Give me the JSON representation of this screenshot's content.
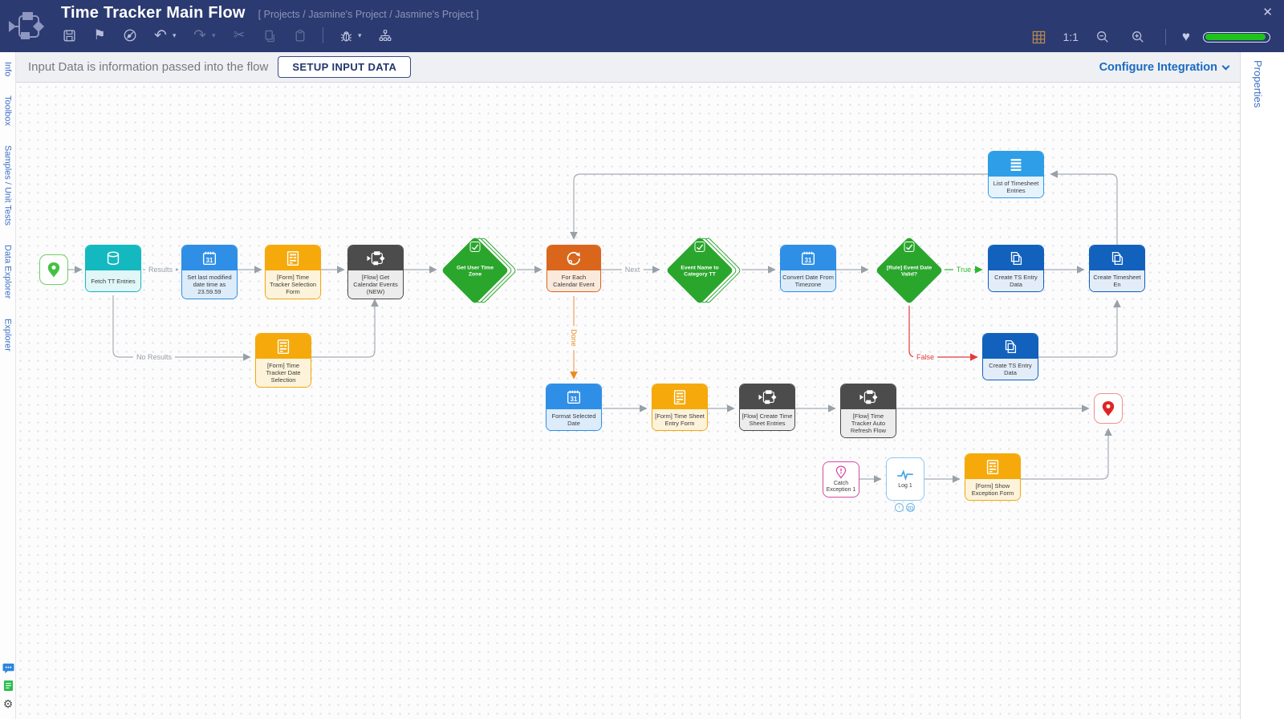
{
  "header": {
    "title": "Time Tracker Main Flow",
    "breadcrumb": "[ Projects / Jasmine's Project / Jasmine's Project ]",
    "zoom_ratio": "1:1",
    "toolbar_icons": [
      "save-icon",
      "flag-icon",
      "breakpoints-icon",
      "undo-icon",
      "redo-icon",
      "cut-icon",
      "copy-icon",
      "paste-icon",
      "debug-icon",
      "call-hierarchy-icon"
    ],
    "right_icons": [
      "grid-icon",
      "zoom-out-icon",
      "zoom-in-icon",
      "heart-icon",
      "health-bar",
      "close-icon"
    ],
    "glyphs": {
      "undo": "↶",
      "redo": "↷",
      "cut": "✂",
      "flag": "⚑",
      "heart": "♥",
      "close": "✕",
      "caret": "▾"
    }
  },
  "infobar": {
    "message": "Input Data is information passed into the flow",
    "setup_button": "SETUP INPUT DATA",
    "configure_integration": "Configure Integration"
  },
  "left_rail": {
    "tabs": [
      "Info",
      "Toolbox",
      "Samples / Unit Tests",
      "Data Explorer",
      "Explorer"
    ],
    "bottom_icons": [
      "chat-icon",
      "notes-icon",
      "settings-icon"
    ]
  },
  "right_rail": {
    "tabs": [
      "Properties"
    ]
  },
  "canvas": {
    "nodes": [
      {
        "id": "start",
        "type": "start",
        "label": ""
      },
      {
        "id": "fetch-tt-entries",
        "type": "process",
        "icon": "database-icon",
        "label": "Fetch TT Entries"
      },
      {
        "id": "set-last-modified",
        "type": "process",
        "icon": "calendar-icon",
        "label": "Set last modified date time as 23.59.59"
      },
      {
        "id": "form-time-tracker-selection",
        "type": "process",
        "icon": "form-icon",
        "label": "[Form] Time Tracker Selection Form"
      },
      {
        "id": "flow-get-calendar-events",
        "type": "process",
        "icon": "flow-icon",
        "label": "[Flow] Get Calendar Events (NEW)"
      },
      {
        "id": "get-user-time-zone",
        "type": "decision",
        "icon": "check-icon",
        "label": "Get User Time Zone"
      },
      {
        "id": "for-each-calendar-event",
        "type": "loop",
        "icon": "loop-icon",
        "label": "For Each Calendar Event"
      },
      {
        "id": "event-name-to-category-tt",
        "type": "decision",
        "icon": "check-icon",
        "label": "Event Name to Category TT"
      },
      {
        "id": "convert-date-from-timezone",
        "type": "process",
        "icon": "calendar-icon",
        "label": "Convert Date From Timezone"
      },
      {
        "id": "rule-event-date-valid",
        "type": "decision",
        "icon": "check-icon",
        "label": "[Rule] Event Date Valid?"
      },
      {
        "id": "create-ts-entry-data-1",
        "type": "process",
        "icon": "copy-icon",
        "label": "Create TS Entry Data"
      },
      {
        "id": "create-timesheet-en",
        "type": "process",
        "icon": "copy-icon",
        "label": "Create Timesheet En"
      },
      {
        "id": "list-of-timesheet-entries",
        "type": "process",
        "icon": "list-icon",
        "label": "List of Timesheet Entries"
      },
      {
        "id": "form-time-tracker-date-selection",
        "type": "process",
        "icon": "form-icon",
        "label": "[Form] Time Tracker Date Selection"
      },
      {
        "id": "create-ts-entry-data-2",
        "type": "process",
        "icon": "copy-icon",
        "label": "Create TS Entry Data"
      },
      {
        "id": "format-selected-date",
        "type": "process",
        "icon": "calendar-icon",
        "label": "Format Selected Date"
      },
      {
        "id": "form-time-sheet-entry-form",
        "type": "process",
        "icon": "form-icon",
        "label": "[Form] Time Sheet Entry Form"
      },
      {
        "id": "flow-create-time-sheet-entries",
        "type": "process",
        "icon": "flow-icon",
        "label": "[Flow] Create Time Sheet Entries"
      },
      {
        "id": "flow-time-tracker-auto-refresh",
        "type": "process",
        "icon": "flow-icon",
        "label": "[Flow] Time Tracker Auto Refresh Flow"
      },
      {
        "id": "end",
        "type": "end",
        "label": ""
      },
      {
        "id": "catch-exception-1",
        "type": "catch",
        "icon": "pin-exclamation-icon",
        "label": "Catch Exception 1"
      },
      {
        "id": "log-1",
        "type": "log",
        "icon": "pulse-icon",
        "label": "Log 1"
      },
      {
        "id": "form-show-exception-form",
        "type": "process",
        "icon": "form-icon",
        "label": "[Form] Show Exception Form"
      }
    ],
    "edge_labels": {
      "results": "Results",
      "noResults": "No Results",
      "next": "Next",
      "done": "Done",
      "trueLabel": "True",
      "falseLabel": "False"
    }
  },
  "colors": {
    "header_bg": "#2b3a70",
    "teal": "#14b9c0",
    "blue": "#2f8fe6",
    "orange": "#f6a90a",
    "dark": "#4c4c4c",
    "dark_blue": "#1261bd",
    "light_blue": "#2e9ee6",
    "rust": "#da661c",
    "diamond_green": "#2aa62c",
    "true_green": "#2cb82c",
    "false_red": "#e23b3b",
    "done_orange": "#ef8b1e",
    "health_green": "#1ec41c",
    "accent_blue": "#1a6ac0"
  }
}
